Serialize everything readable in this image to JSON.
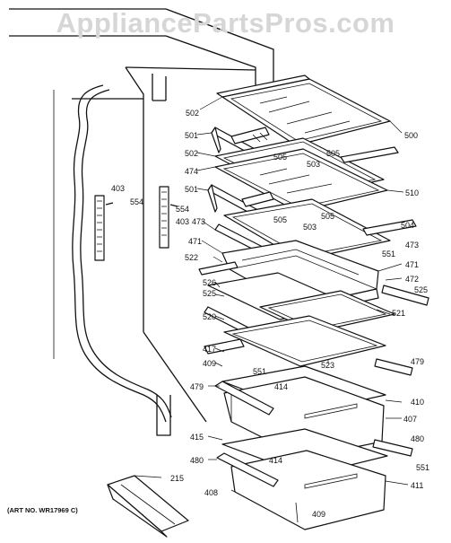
{
  "watermark": "AppliancePartsPros.com",
  "art_number": "(ART NO. WR17969 C)",
  "callouts": [
    {
      "id": "c502a",
      "text": "502"
    },
    {
      "id": "c500",
      "text": "500"
    },
    {
      "id": "c501a",
      "text": "501"
    },
    {
      "id": "c502b",
      "text": "502"
    },
    {
      "id": "c505a",
      "text": "505"
    },
    {
      "id": "c503a",
      "text": "503"
    },
    {
      "id": "c505b",
      "text": "505"
    },
    {
      "id": "c474",
      "text": "474"
    },
    {
      "id": "c510",
      "text": "510"
    },
    {
      "id": "c403a",
      "text": "403"
    },
    {
      "id": "c554a",
      "text": "554"
    },
    {
      "id": "c501b",
      "text": "501"
    },
    {
      "id": "c554b",
      "text": "554"
    },
    {
      "id": "c403b",
      "text": "403"
    },
    {
      "id": "c505c",
      "text": "505"
    },
    {
      "id": "c505d",
      "text": "505"
    },
    {
      "id": "c503b",
      "text": "503"
    },
    {
      "id": "c504",
      "text": "504"
    },
    {
      "id": "c473a",
      "text": "473"
    },
    {
      "id": "c473b",
      "text": "473"
    },
    {
      "id": "c551a",
      "text": "551"
    },
    {
      "id": "c471a",
      "text": "471"
    },
    {
      "id": "c471b",
      "text": "471"
    },
    {
      "id": "c522",
      "text": "522"
    },
    {
      "id": "c472",
      "text": "472"
    },
    {
      "id": "c526",
      "text": "526"
    },
    {
      "id": "c525a",
      "text": "525"
    },
    {
      "id": "c525b",
      "text": "525"
    },
    {
      "id": "c521",
      "text": "521"
    },
    {
      "id": "c520",
      "text": "520"
    },
    {
      "id": "c417",
      "text": "417"
    },
    {
      "id": "c479a",
      "text": "479"
    },
    {
      "id": "c409a",
      "text": "409"
    },
    {
      "id": "c523",
      "text": "523"
    },
    {
      "id": "c551b",
      "text": "551"
    },
    {
      "id": "c479b",
      "text": "479"
    },
    {
      "id": "c414a",
      "text": "414"
    },
    {
      "id": "c410",
      "text": "410"
    },
    {
      "id": "c407",
      "text": "407"
    },
    {
      "id": "c415",
      "text": "415"
    },
    {
      "id": "c480a",
      "text": "480"
    },
    {
      "id": "c480b",
      "text": "480"
    },
    {
      "id": "c414b",
      "text": "414"
    },
    {
      "id": "c551c",
      "text": "551"
    },
    {
      "id": "c215",
      "text": "215"
    },
    {
      "id": "c408",
      "text": "408"
    },
    {
      "id": "c411",
      "text": "411"
    },
    {
      "id": "c409b",
      "text": "409"
    }
  ]
}
